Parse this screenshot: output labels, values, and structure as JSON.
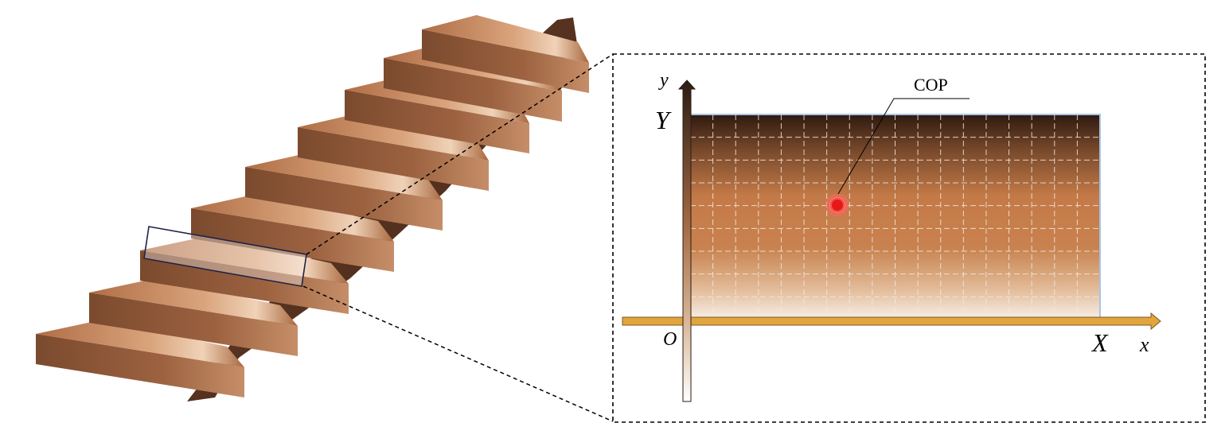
{
  "labels": {
    "callout": "COP",
    "y_small": "y",
    "y_big": "Y",
    "origin": "O",
    "x_big": "X",
    "x_small": "x"
  },
  "colors": {
    "stair_light": "#d79a6c",
    "stair_mid": "#b5764a",
    "stair_dark": "#5a3422",
    "plate_top": "#2e1a10",
    "plate_mid": "#c47a48",
    "plate_bottom": "#f5ece4",
    "plate_border": "#a9c4e8",
    "x_axis": "#e2a43c",
    "cop_marker": "#e81818",
    "dashed_frame": "#000000",
    "highlight_box": "#1e2347"
  },
  "icons": {
    "cop_marker": "concentric-red-circle",
    "y_axis_arrow": "arrow-up",
    "x_axis_arrow": "arrow-right"
  }
}
